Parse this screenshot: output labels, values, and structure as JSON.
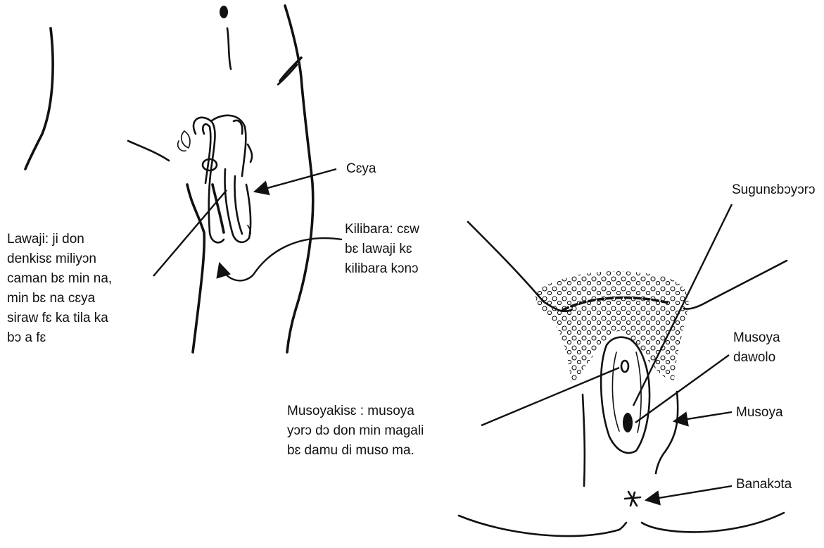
{
  "labels": {
    "ceya": "Cɛya",
    "sugunebooyoro": "Sugunɛbɔyɔrɔ",
    "kilibara": [
      "Kilibara: cɛw",
      "bɛ lawaji kɛ",
      "kilibara kɔnɔ"
    ],
    "lawaji": [
      "Lawaji: ji don",
      "denkisɛ miliyɔn",
      "caman bɛ min na,",
      "min bɛ na cɛya",
      "siraw fɛ ka tila ka",
      "bɔ a fɛ"
    ],
    "musoya_dawolo": [
      "Musoya",
      "dawolo"
    ],
    "musoya": "Musoya",
    "musoyakise": [
      "Musoyakisɛ : musoya",
      "yɔrɔ dɔ don min magali",
      "bɛ damu di muso ma."
    ],
    "banakota": "Banakɔta"
  }
}
